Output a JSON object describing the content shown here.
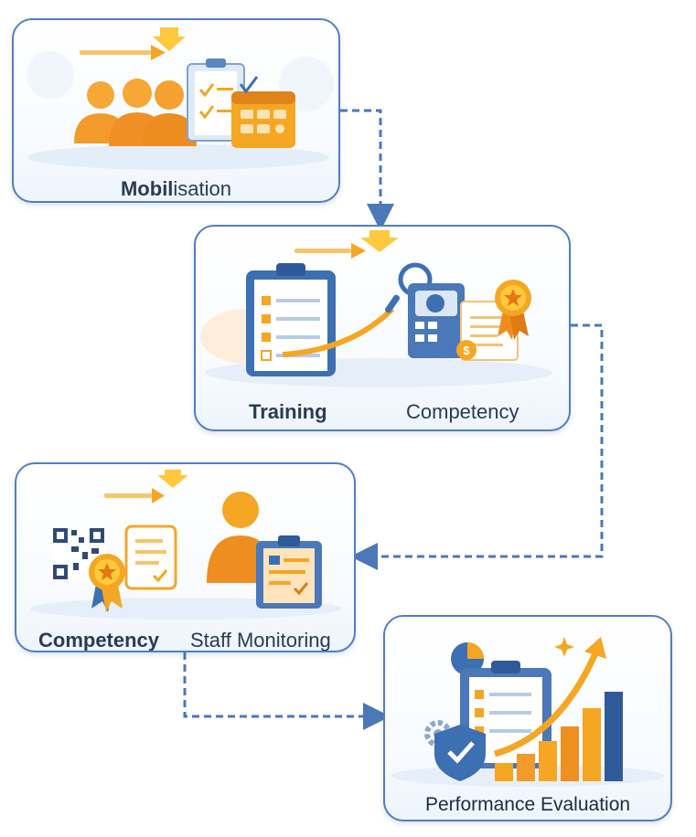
{
  "steps": {
    "mobilisation": {
      "label_bold": "Mobil",
      "label_rest": "isation",
      "icons": [
        "arrow-icon",
        "people-group-icon",
        "clipboard-checklist-icon",
        "calendar-icon"
      ]
    },
    "training": {
      "label_a": "Training",
      "label_b": "Competency",
      "icons": [
        "arrow-icon",
        "clipboard-checklist-icon",
        "magnifier-icon",
        "document-certificate-icon",
        "award-ribbon-icon",
        "coin-icon"
      ]
    },
    "competency": {
      "label_a": "Competency",
      "label_b": "Staff Monitoring",
      "icons": [
        "arrow-icon",
        "qr-code-icon",
        "award-ribbon-icon",
        "document-icon",
        "person-icon",
        "clipboard-monitoring-icon"
      ]
    },
    "performance": {
      "label": "Performance Evaluation",
      "icons": [
        "clipboard-checklist-icon",
        "pie-chart-icon",
        "shield-check-icon",
        "gear-icon",
        "bar-chart-icon",
        "trend-arrow-icon",
        "sparkle-icon"
      ]
    }
  },
  "colors": {
    "card_border": "#4f7fc3",
    "connector": "#4a78b8",
    "orange": "#f5a623",
    "dark_orange": "#e88a1a",
    "yellow": "#ffc83d",
    "blue": "#3d6fb3",
    "light_blue": "#d8e7f7",
    "text": "#2b3a55"
  }
}
